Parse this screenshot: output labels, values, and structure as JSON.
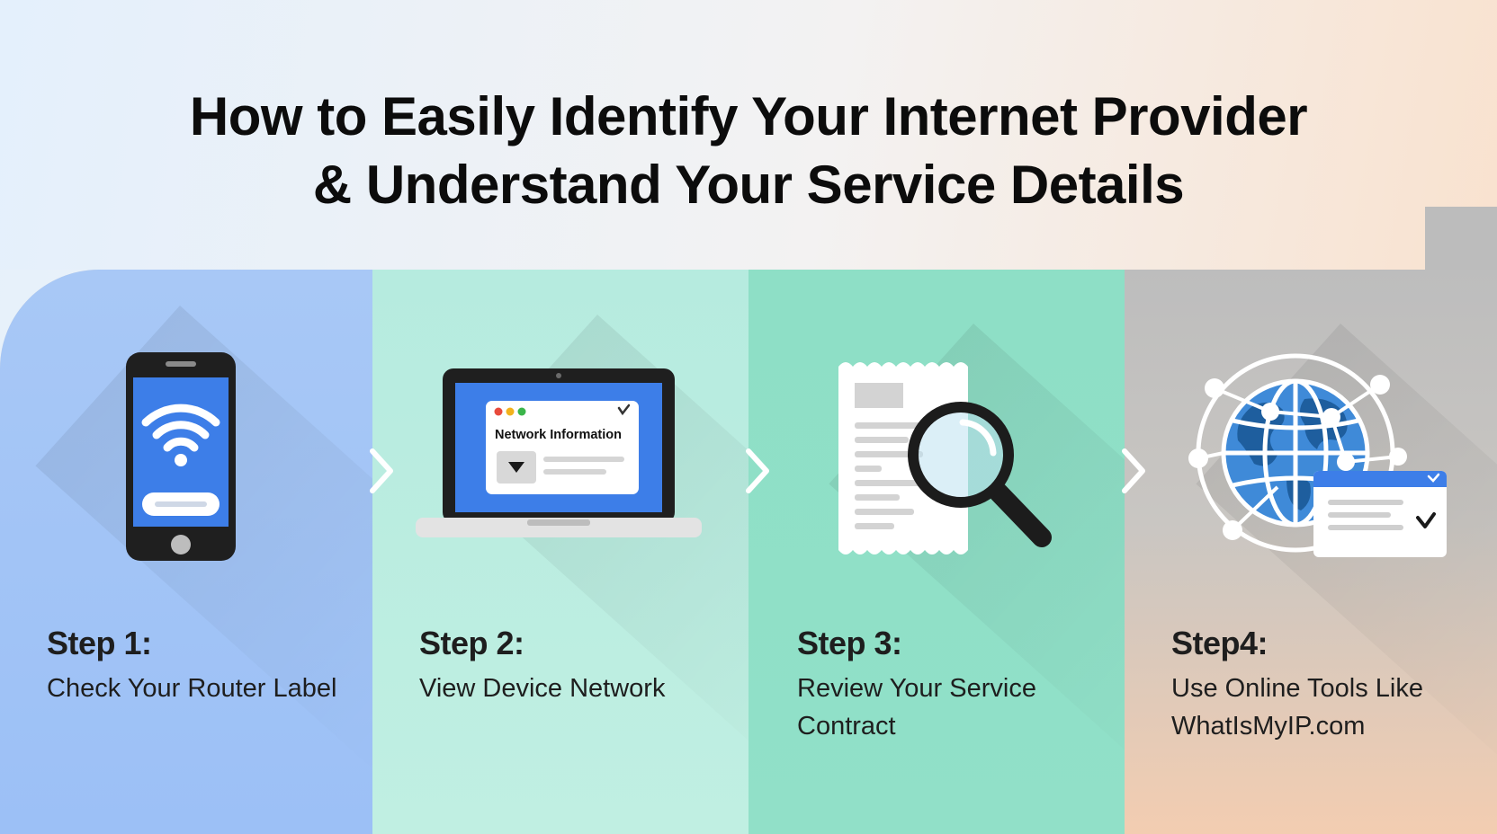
{
  "title": {
    "line1": "How to Easily Identify Your Internet Provider",
    "line2": "& Understand Your Service Details"
  },
  "steps": [
    {
      "label": "Step 1:",
      "description": "Check Your Router Label",
      "icon": "smartphone-wifi-icon",
      "color": "#a8c8f6"
    },
    {
      "label": "Step 2:",
      "description": "View Device Network",
      "icon": "laptop-network-info-icon",
      "color": "#b6ebdf",
      "screen_text": "Network Information"
    },
    {
      "label": "Step 3:",
      "description": "Review Your Service Contract",
      "icon": "contract-magnifier-icon",
      "color": "#8edfc6"
    },
    {
      "label": "Step4:",
      "description": "Use Online Tools Like WhatIsMyIP.com",
      "icon": "globe-network-icon",
      "color": "#bdbdbd"
    }
  ],
  "connector_icon": "chevron-right-icon",
  "colors": {
    "primary_blue": "#3d7ee8",
    "dark": "#1c1c1c",
    "globe_blue": "#3f8ad8"
  }
}
